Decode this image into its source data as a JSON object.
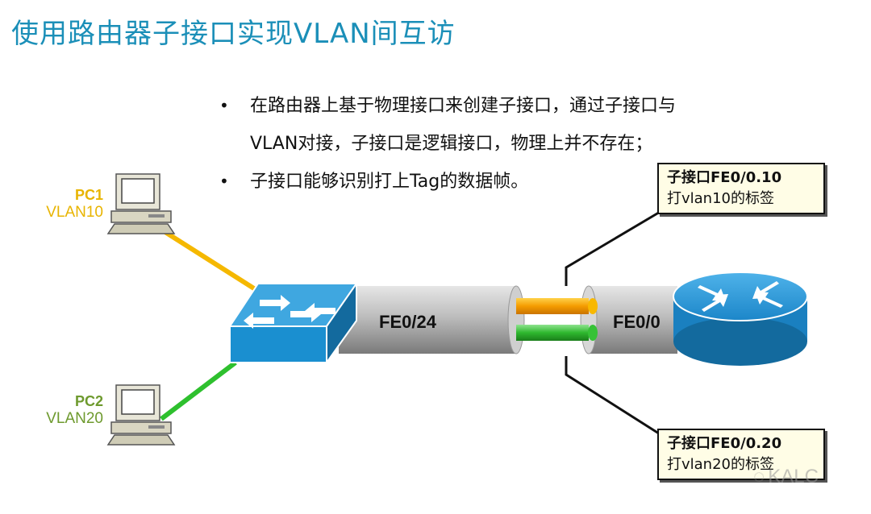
{
  "title": "使用路由器子接口实现VLAN间互访",
  "bullets": [
    "在路由器上基于物理接口来创建子接口，通过子接口与VLAN对接，子接口是逻辑接口，物理上并不存在；",
    "子接口能够识别打上Tag的数据帧。"
  ],
  "bullet_symbol": "•",
  "pc1": {
    "name": "PC1",
    "vlan": "VLAN10"
  },
  "pc2": {
    "name": "PC2",
    "vlan": "VLAN20"
  },
  "switch_interface": "FE0/24",
  "router_interface": "FE0/0",
  "callout1": {
    "line1": "子接口FE0/0.10",
    "line2": "打vlan10的标签"
  },
  "callout2": {
    "line1": "子接口FE0/0.20",
    "line2": "打vlan20的标签"
  },
  "watermark": "KALC",
  "colors": {
    "title": "#1b8fb8",
    "vlan10_link": "#f5b800",
    "vlan20_link": "#2ec02e",
    "device_blue": "#1a8fd0",
    "cable_gray": "#9a9a9a"
  }
}
